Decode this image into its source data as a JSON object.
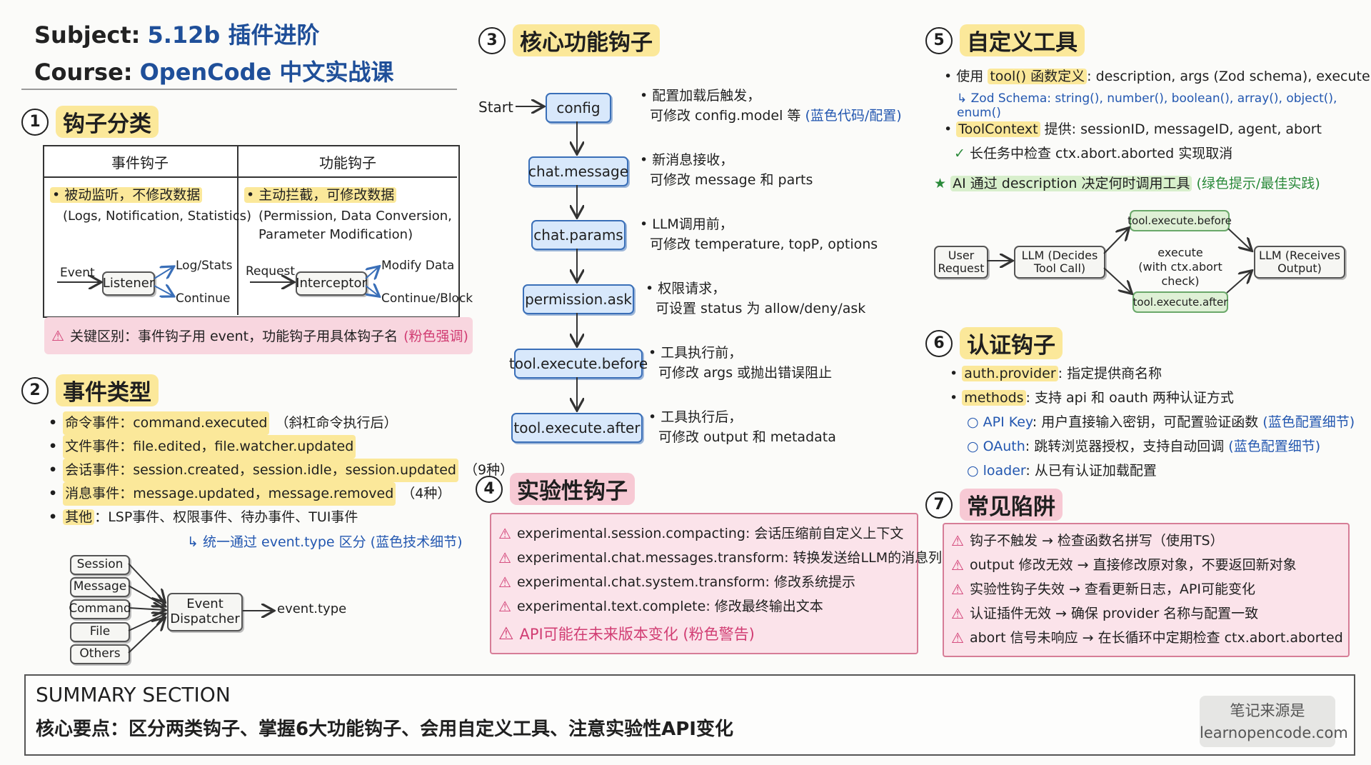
{
  "header": {
    "subject_key": "Subject:",
    "subject_val": "5.12b 插件进阶",
    "course_key": "Course:",
    "course_val": "OpenCode 中文实战课"
  },
  "s1": {
    "num": "1",
    "title": "钩子分类",
    "event_head": "事件钩子",
    "func_head": "功能钩子",
    "event_main": "• 被动监听，不修改数据",
    "event_sub": "(Logs, Notification, Statistics)",
    "func_main": "• 主动拦截，可修改数据",
    "func_sub1": "(Permission, Data Conversion,",
    "func_sub2": "Parameter Modification)",
    "event_in": "Event",
    "listener": "Listener",
    "logstats": "Log/Stats",
    "continue": "Continue",
    "request": "Request",
    "interceptor": "Interceptor",
    "modify": "Modify Data",
    "contblock": "Continue/Block",
    "key_note": "关键区别：事件钩子用 event，功能钩子用具体钩子名",
    "key_note_tag": "(粉色强调)"
  },
  "s2": {
    "num": "2",
    "title": "事件类型",
    "items": [
      {
        "label": "命令事件",
        "value": "command.executed",
        "tail": "（斜杠命令执行后）"
      },
      {
        "label": "文件事件",
        "value": "file.edited，file.watcher.updated",
        "tail": ""
      },
      {
        "label": "会话事件",
        "value": "session.created，session.idle，session.updated",
        "tail": "（9种）"
      },
      {
        "label": "消息事件",
        "value": "message.updated，message.removed",
        "tail": "（4种）"
      },
      {
        "label": "其他",
        "value": "LSP事件、权限事件、待办事件、TUI事件",
        "tail": ""
      }
    ],
    "note": "统一通过 event.type 区分 (蓝色技术细节)",
    "sources": [
      "Session",
      "Message",
      "Command",
      "File",
      "Others"
    ],
    "dispatcher": "Event Dispatcher",
    "out": "event.type"
  },
  "s3": {
    "num": "3",
    "title": "核心功能钩子",
    "start": "Start",
    "nodes": [
      {
        "name": "config",
        "l1": "• 配置加载后触发，",
        "l2": "可修改 config.model 等",
        "tag": "(蓝色代码/配置)"
      },
      {
        "name": "chat.message",
        "l1": "• 新消息接收，",
        "l2": "可修改 message 和 parts",
        "tag": ""
      },
      {
        "name": "chat.params",
        "l1": "• LLM调用前，",
        "l2": "可修改 temperature, topP, options",
        "tag": ""
      },
      {
        "name": "permission.ask",
        "l1": "• 权限请求，",
        "l2": "可设置 status 为 allow/deny/ask",
        "tag": ""
      },
      {
        "name": "tool.execute.before",
        "l1": "• 工具执行前，",
        "l2": "可修改 args 或抛出错误阻止",
        "tag": ""
      },
      {
        "name": "tool.execute.after",
        "l1": "• 工具执行后，",
        "l2": "可修改 output 和 metadata",
        "tag": ""
      }
    ]
  },
  "s4": {
    "num": "4",
    "title": "实验性钩子",
    "items": [
      "experimental.session.compacting: 会话压缩前自定义上下文",
      "experimental.chat.messages.transform: 转换发送给LLM的消息列表",
      "experimental.chat.system.transform: 修改系统提示",
      "experimental.text.complete: 修改最终输出文本"
    ],
    "warning": "API可能在未来版本变化 (粉色警告)"
  },
  "s5": {
    "num": "5",
    "title": "自定义工具",
    "l1_pre": "使用",
    "l1_mark": "tool() 函数定义",
    "l1_post": ": description, args (Zod schema), execute",
    "l2": "Zod Schema: string(), number(), boolean(), array(), object(), enum()",
    "l3_mark": "ToolContext",
    "l3_post": "提供: sessionID, messageID, agent, abort",
    "l4": "长任务中检查 ctx.abort.aborted 实现取消",
    "l5_main": "AI 通过 description 决定何时调用工具",
    "l5_tag": "(绿色提示/最佳实践)",
    "user": "User Request",
    "llm1": "LLM (Decides Tool Call)",
    "before": "tool.execute.before",
    "exec1": "execute",
    "exec2": "(with ctx.abort check)",
    "after": "tool.execute.after",
    "llm2": "LLM (Receives Output)"
  },
  "s6": {
    "num": "6",
    "title": "认证钩子",
    "a_key": "auth.provider",
    "a_val": ": 指定提供商名称",
    "m_key": "methods",
    "m_val": ": 支持 api 和 oauth 两种认证方式",
    "subs": [
      {
        "key": "API Key",
        "val": ": 用户直接输入密钥，可配置验证函数",
        "tag": "(蓝色配置细节)"
      },
      {
        "key": "OAuth",
        "val": ": 跳转浏览器授权，支持自动回调",
        "tag": "(蓝色配置细节)"
      },
      {
        "key": "loader",
        "val": ": 从已有认证加载配置",
        "tag": ""
      }
    ]
  },
  "s7": {
    "num": "7",
    "title": "常见陷阱",
    "items": [
      "钩子不触发 → 检查函数名拼写（使用TS）",
      "output 修改无效 → 直接修改原对象，不要返回新对象",
      "实验性钩子失效 → 查看更新日志，API可能变化",
      "认证插件无效 → 确保 provider 名称与配置一致",
      "abort 信号未响应 → 在长循环中定期检查 ctx.abort.aborted"
    ]
  },
  "summary": {
    "title": "SUMMARY SECTION",
    "text": "核心要点：区分两类钩子、掌握6大功能钩子、会用自定义工具、注意实验性API变化",
    "source1": "笔记来源是",
    "source2": "learnopencode.com"
  },
  "colors": {
    "highlight_yellow": "#fbe89a",
    "highlight_pink": "#f7c9d4",
    "blue_text": "#2357b0",
    "green_text": "#2a8a3a",
    "pink_text": "#d13d73",
    "node_blue": "#d8e8fb"
  }
}
